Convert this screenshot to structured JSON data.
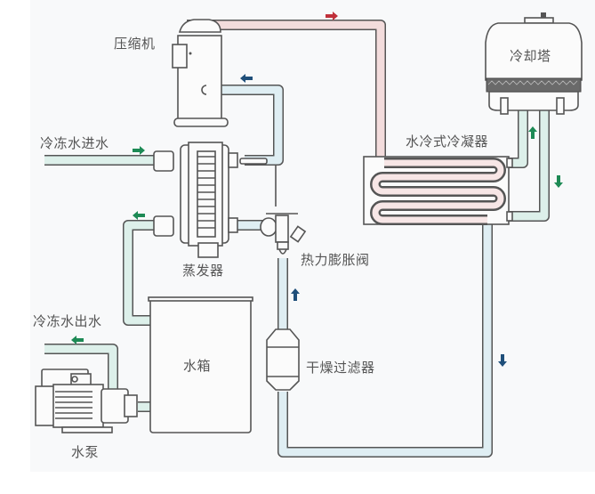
{
  "diagram": {
    "title": "Water-cooled chiller refrigeration cycle",
    "colors": {
      "hot_refrigerant": "#f3dcdc",
      "hot_arrow": "#c0303a",
      "cold_refrigerant": "#dfeef3",
      "cold_arrow": "#1f4f7a",
      "chilled_water": "#ddf0ea",
      "water_arrow": "#1d8a55",
      "outline": "#555555"
    },
    "components": [
      {
        "id": "compressor",
        "label": "压缩机"
      },
      {
        "id": "cooling_tower",
        "label": "冷却塔"
      },
      {
        "id": "water_cooled_condenser",
        "label": "水冷式冷凝器"
      },
      {
        "id": "chilled_water_in",
        "label": "冷冻水进水"
      },
      {
        "id": "evaporator",
        "label": "蒸发器"
      },
      {
        "id": "thermal_expansion_valve",
        "label": "热力膨胀阀"
      },
      {
        "id": "chilled_water_out",
        "label": "冷冻水出水"
      },
      {
        "id": "water_tank",
        "label": "水箱"
      },
      {
        "id": "dryer_filter",
        "label": "干燥过滤器"
      },
      {
        "id": "water_pump",
        "label": "水泵"
      }
    ],
    "flow_arrows": [
      {
        "id": "discharge",
        "direction": "right",
        "medium": "hot refrigerant"
      },
      {
        "id": "suction",
        "direction": "left",
        "medium": "cold refrigerant"
      },
      {
        "id": "chilled-in",
        "direction": "right",
        "medium": "chilled water"
      },
      {
        "id": "chilled-out-evap",
        "direction": "left",
        "medium": "chilled water"
      },
      {
        "id": "chilled-out-pump",
        "direction": "left",
        "medium": "chilled water"
      },
      {
        "id": "tower-up",
        "direction": "up",
        "medium": "cooling water"
      },
      {
        "id": "tower-down",
        "direction": "down",
        "medium": "cooling water"
      },
      {
        "id": "liquid-down",
        "direction": "down",
        "medium": "liquid refrigerant"
      },
      {
        "id": "liquid-up",
        "direction": "up",
        "medium": "liquid refrigerant"
      }
    ]
  }
}
